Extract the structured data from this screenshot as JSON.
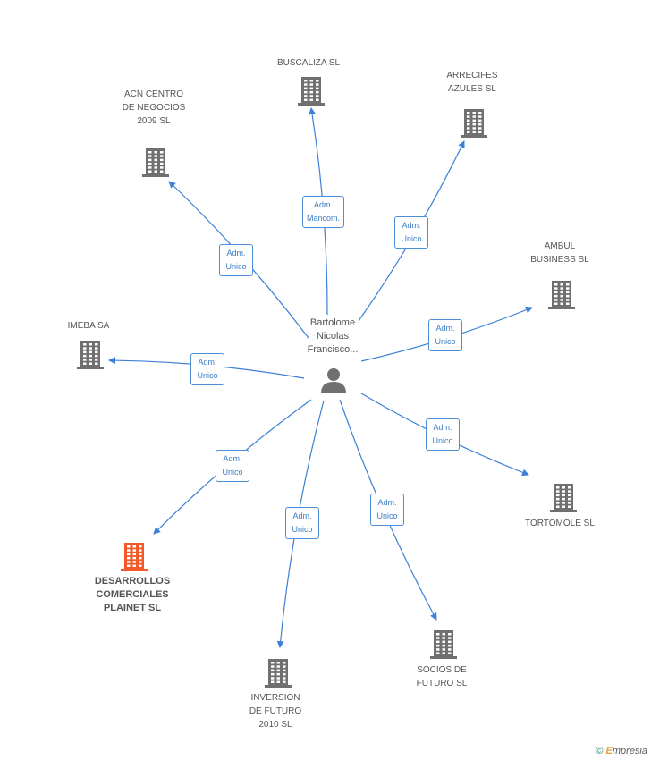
{
  "center": {
    "name": "Bartolome\nNicolas\nFrancisco...",
    "icon": "person-icon"
  },
  "colors": {
    "edge": "#3d7fd6",
    "building": "#707070",
    "building_highlight": "#f05a2a",
    "role_border": "#4a8fd8",
    "role_text": "#3b7dc4"
  },
  "companies": [
    {
      "id": "buscaliza",
      "label": "BUSCALIZA  SL",
      "role": "Adm.\nMancom.",
      "highlight": false
    },
    {
      "id": "arrecifes",
      "label": "ARRECIFES\nAZULES  SL",
      "role": "Adm.\nUnico",
      "highlight": false
    },
    {
      "id": "acn",
      "label": "ACN CENTRO\nDE NEGOCIOS\n2009 SL",
      "role": "Adm.\nUnico",
      "highlight": false
    },
    {
      "id": "ambul",
      "label": "AMBUL\nBUSINESS SL",
      "role": "Adm.\nUnico",
      "highlight": false
    },
    {
      "id": "imeba",
      "label": "IMEBA SA",
      "role": "Adm.\nUnico",
      "highlight": false
    },
    {
      "id": "tortomole",
      "label": "TORTOMOLE SL",
      "role": "Adm.\nUnico",
      "highlight": false
    },
    {
      "id": "desarrollos",
      "label": "DESARROLLOS\nCOMERCIALES\nPLAINET SL",
      "role": "Adm.\nUnico",
      "highlight": true
    },
    {
      "id": "socios",
      "label": "SOCIOS DE\nFUTURO SL",
      "role": "Adm.\nUnico",
      "highlight": false
    },
    {
      "id": "inversion",
      "label": "INVERSION\nDE FUTURO\n2010 SL",
      "role": "Adm.\nUnico",
      "highlight": false
    }
  ],
  "footer": {
    "copyright": "©",
    "brand_e": "E",
    "brand_rest": "mpresia"
  }
}
